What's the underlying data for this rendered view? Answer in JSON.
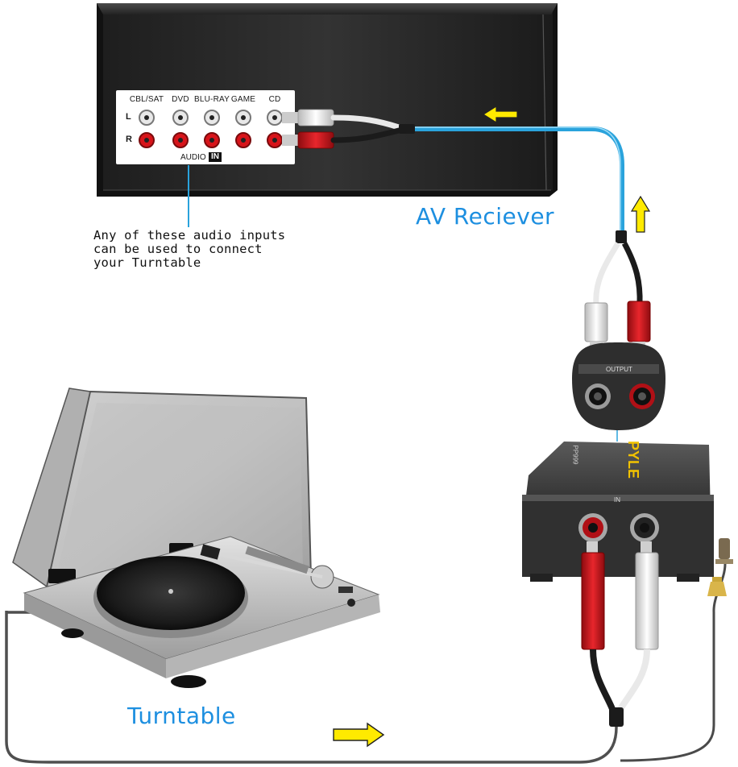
{
  "receiver": {
    "inputs": [
      "CBL/SAT",
      "DVD",
      "BLU-RAY",
      "GAME",
      "CD"
    ],
    "channel_left": "L",
    "channel_right": "R",
    "audio_label": "AUDIO",
    "in_label": "IN"
  },
  "labels": {
    "note_lines": [
      "Any of these audio inputs",
      "can be used to connect",
      "your Turntable"
    ],
    "av_receiver": "AV Reciever",
    "turntable": "Turntable"
  },
  "preamp": {
    "brand": "PYLE",
    "output_label": "OUTPUT",
    "input_label": "IN",
    "model": "PP999"
  },
  "colors": {
    "cable_blue": "#2aa3dc",
    "arrow_yellow": "#ffea00",
    "label_blue": "#1d8fe0",
    "rca_red": "#d7141a",
    "rca_white": "#f2f2f2",
    "receiver_body": "#2b2b2b"
  }
}
